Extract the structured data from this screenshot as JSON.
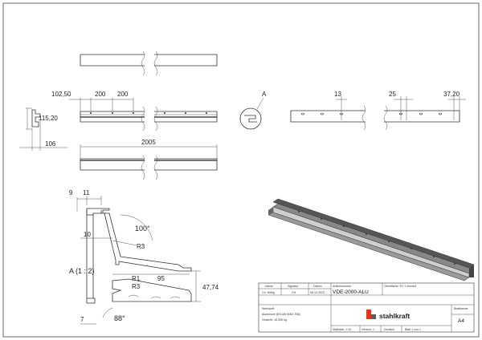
{
  "views": {
    "front": {
      "dims": {
        "left_offset": "102,50",
        "spacing_1": "200",
        "spacing_2": "200"
      }
    },
    "side": {
      "dims": {
        "height": "115,20",
        "depth": "106"
      }
    },
    "top": {
      "dims": {
        "length": "2005"
      }
    },
    "detail_callout": {
      "label": "A"
    },
    "back": {
      "dims": {
        "hole_left": "13",
        "hole_right_a": "25",
        "hole_right_b": "37,20"
      }
    },
    "section": {
      "label": "A (1 : 2)",
      "dims": {
        "d9": "9",
        "d11": "11",
        "d10": "10",
        "angle_top": "100°",
        "r3_top": "R3",
        "r1": "R1",
        "d95": "95",
        "r3_bottom": "R3",
        "height": "47,74",
        "d7": "7",
        "angle_bottom": "88°"
      }
    }
  },
  "title_block": {
    "headers": {
      "name": "Name",
      "signature": "Signatur",
      "date": "Datum"
    },
    "drawn": {
      "name": "Ch. Höflig",
      "signature": "CH",
      "date": "06.12.2023"
    },
    "article_label": "Artikelnummer",
    "article_number": "VDE-2000-ALU",
    "surface_label": "Oberfläche: EV 1 eloxiert",
    "material_label": "Werkstoff:",
    "material": "Aluminium (EN AW 6063 T66)",
    "weight": "Gewicht: 16,395 kg",
    "brand": "stahlkraft",
    "format_label": "Blattformat",
    "format": "A4",
    "scale": "Maßstab: 1:15",
    "version": "Version: 1",
    "language": "Deutsch",
    "sheet": "Blatt 1 von 1"
  }
}
